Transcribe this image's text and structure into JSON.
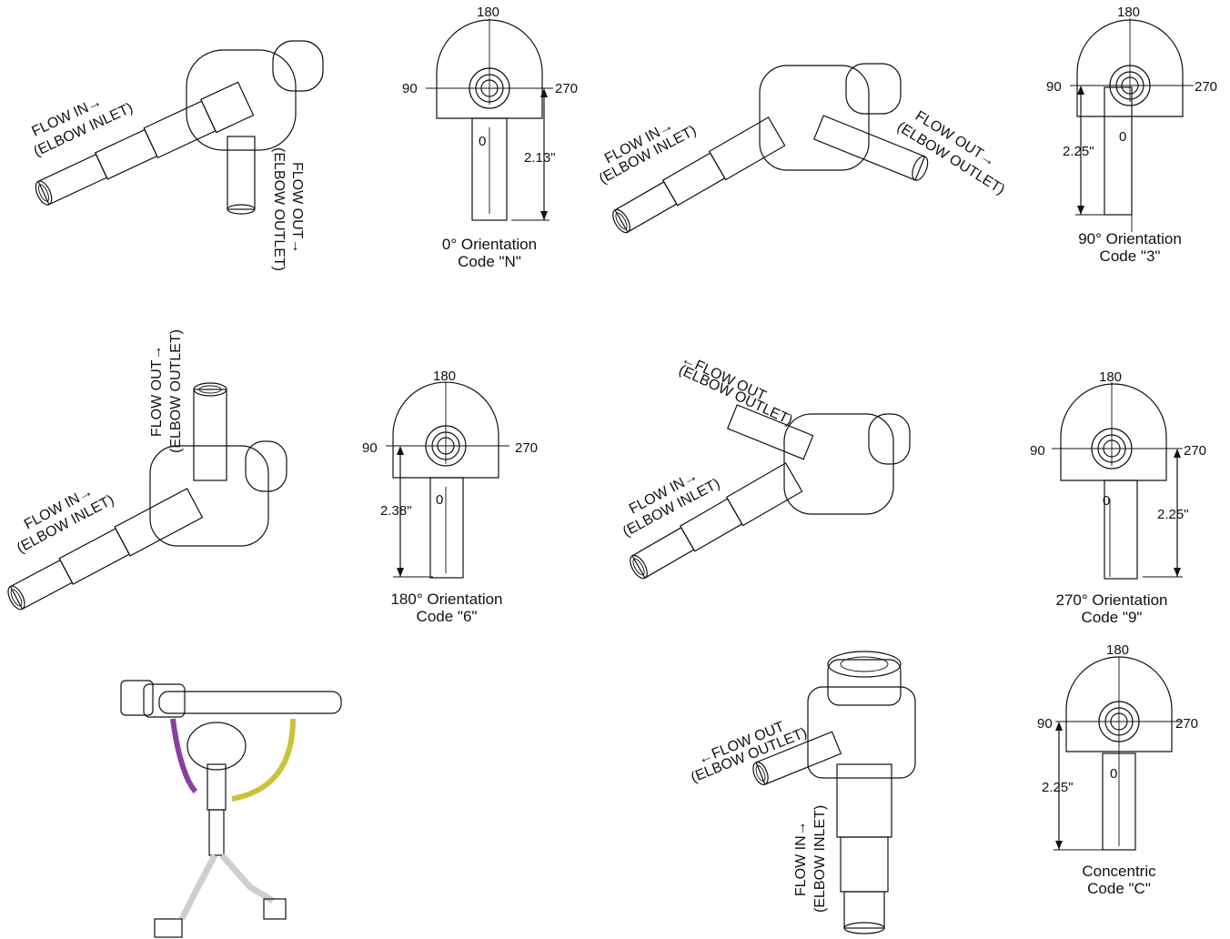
{
  "colors": {
    "metal_light": "#e8e8e8",
    "metal_mid": "#b5b5b5",
    "metal_dark": "#6e6e6e",
    "line": "#111111",
    "purple_cable": "#8b3fa0",
    "yellow_cable": "#c9c33a",
    "green_plug": "#2e8b3a",
    "blue_plug": "#2a3f9a"
  },
  "text": {
    "flow_in": "FLOW IN→",
    "elbow_inlet": "(ELBOW INLET)",
    "flow_out": "FLOW OUT→",
    "flow_out_left": "←FLOW OUT",
    "elbow_outlet": "(ELBOW OUTLET)"
  },
  "drawings": [
    {
      "top": "180",
      "left": "90",
      "right": "270",
      "bottom": "0",
      "dim": "2.13\"",
      "caption1": "0° Orientation",
      "caption2": "Code \"N\""
    },
    {
      "top": "180",
      "left": "90",
      "right": "270",
      "bottom": "0",
      "dim": "2.25\"",
      "caption1": "90° Orientation",
      "caption2": "Code \"3\""
    },
    {
      "top": "180",
      "left": "90",
      "right": "270",
      "bottom": "0",
      "dim": "2.38\"",
      "caption1": "180° Orientation",
      "caption2": "Code \"6\""
    },
    {
      "top": "180",
      "left": "90",
      "right": "270",
      "bottom": "0",
      "dim": "2.25\"",
      "caption1": "270° Orientation",
      "caption2": "Code \"9\""
    },
    {
      "top": "180",
      "left": "90",
      "right": "270",
      "bottom": "0",
      "dim": "2.25\"",
      "caption1": "Concentric",
      "caption2": "Code \"C\""
    }
  ]
}
